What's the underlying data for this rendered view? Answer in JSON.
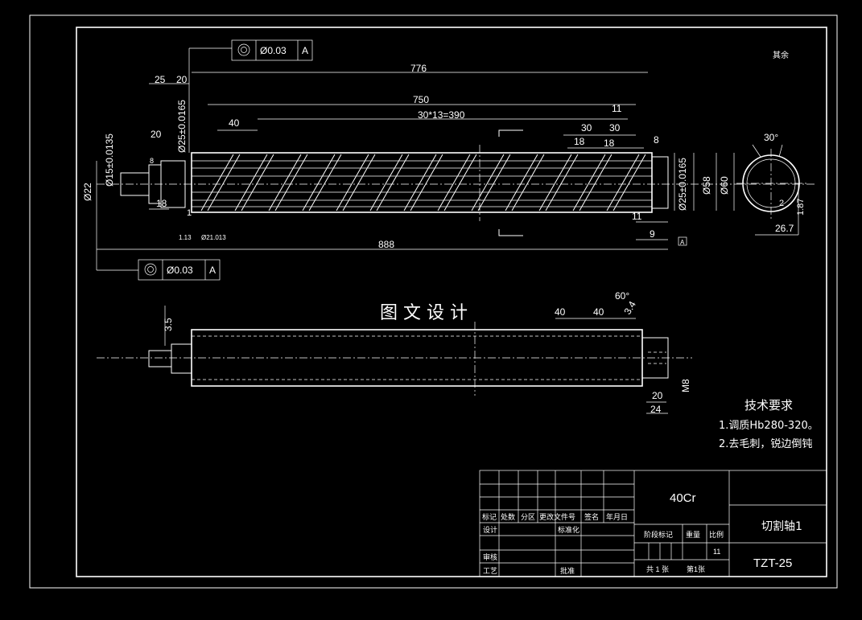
{
  "watermark": "图 文 设 计",
  "dims_top": {
    "d25": "25",
    "d20": "20",
    "d776": "776",
    "d750": "750",
    "d11a": "11",
    "d3013": "30*13=390",
    "d40": "40",
    "d30a": "30",
    "d30b": "30",
    "d18a": "18",
    "d18b": "18",
    "d8": "8",
    "d20small": "20",
    "d18left": "18",
    "d1": "1",
    "d888": "888",
    "d11b": "11",
    "d9": "9",
    "d15": "Ø15±0.0135",
    "d25tol": "Ø25±0.0165",
    "d22": "Ø22",
    "d25r": "Ø25±0.0165",
    "d58": "Ø58",
    "d60": "Ø60",
    "d8small": "8",
    "d13": "1.13",
    "d21": "Ø21.013"
  },
  "gdt_top": {
    "diam": "Ø0.03",
    "datum": "A"
  },
  "gdt_bottom": {
    "diam": "Ø0.03",
    "datum": "A"
  },
  "datum_flag": "A",
  "section": {
    "ang": "30°",
    "d2": "2",
    "d187": "1.87",
    "d267": "26.7"
  },
  "roughness": "其余",
  "dims_bottom": {
    "d35": "3.5",
    "d40a": "40",
    "d40b": "40",
    "ang60": "60°",
    "d34": "3.4",
    "m8": "M8",
    "d20": "20",
    "d24": "24"
  },
  "tech": {
    "title": "技术要求",
    "line1": "1.调质Hb280-320。",
    "line2": "2.去毛刺，锐边倒钝"
  },
  "titleblock": {
    "material": "40Cr",
    "part_name": "切割轴1",
    "drawing_no": "TZT-25",
    "col_mark": "标记",
    "col_count": "处数",
    "col_zone": "分区",
    "col_doc": "更改文件号",
    "col_sign": "签名",
    "col_date": "年月日",
    "design": "设计",
    "standard": "标准化",
    "review": "审核",
    "process": "工艺",
    "approve": "批准",
    "stage": "阶段标记",
    "weight": "重量",
    "scale": "比例",
    "scale_val": "11",
    "total": "共 1 张",
    "sheet": "第1张"
  }
}
